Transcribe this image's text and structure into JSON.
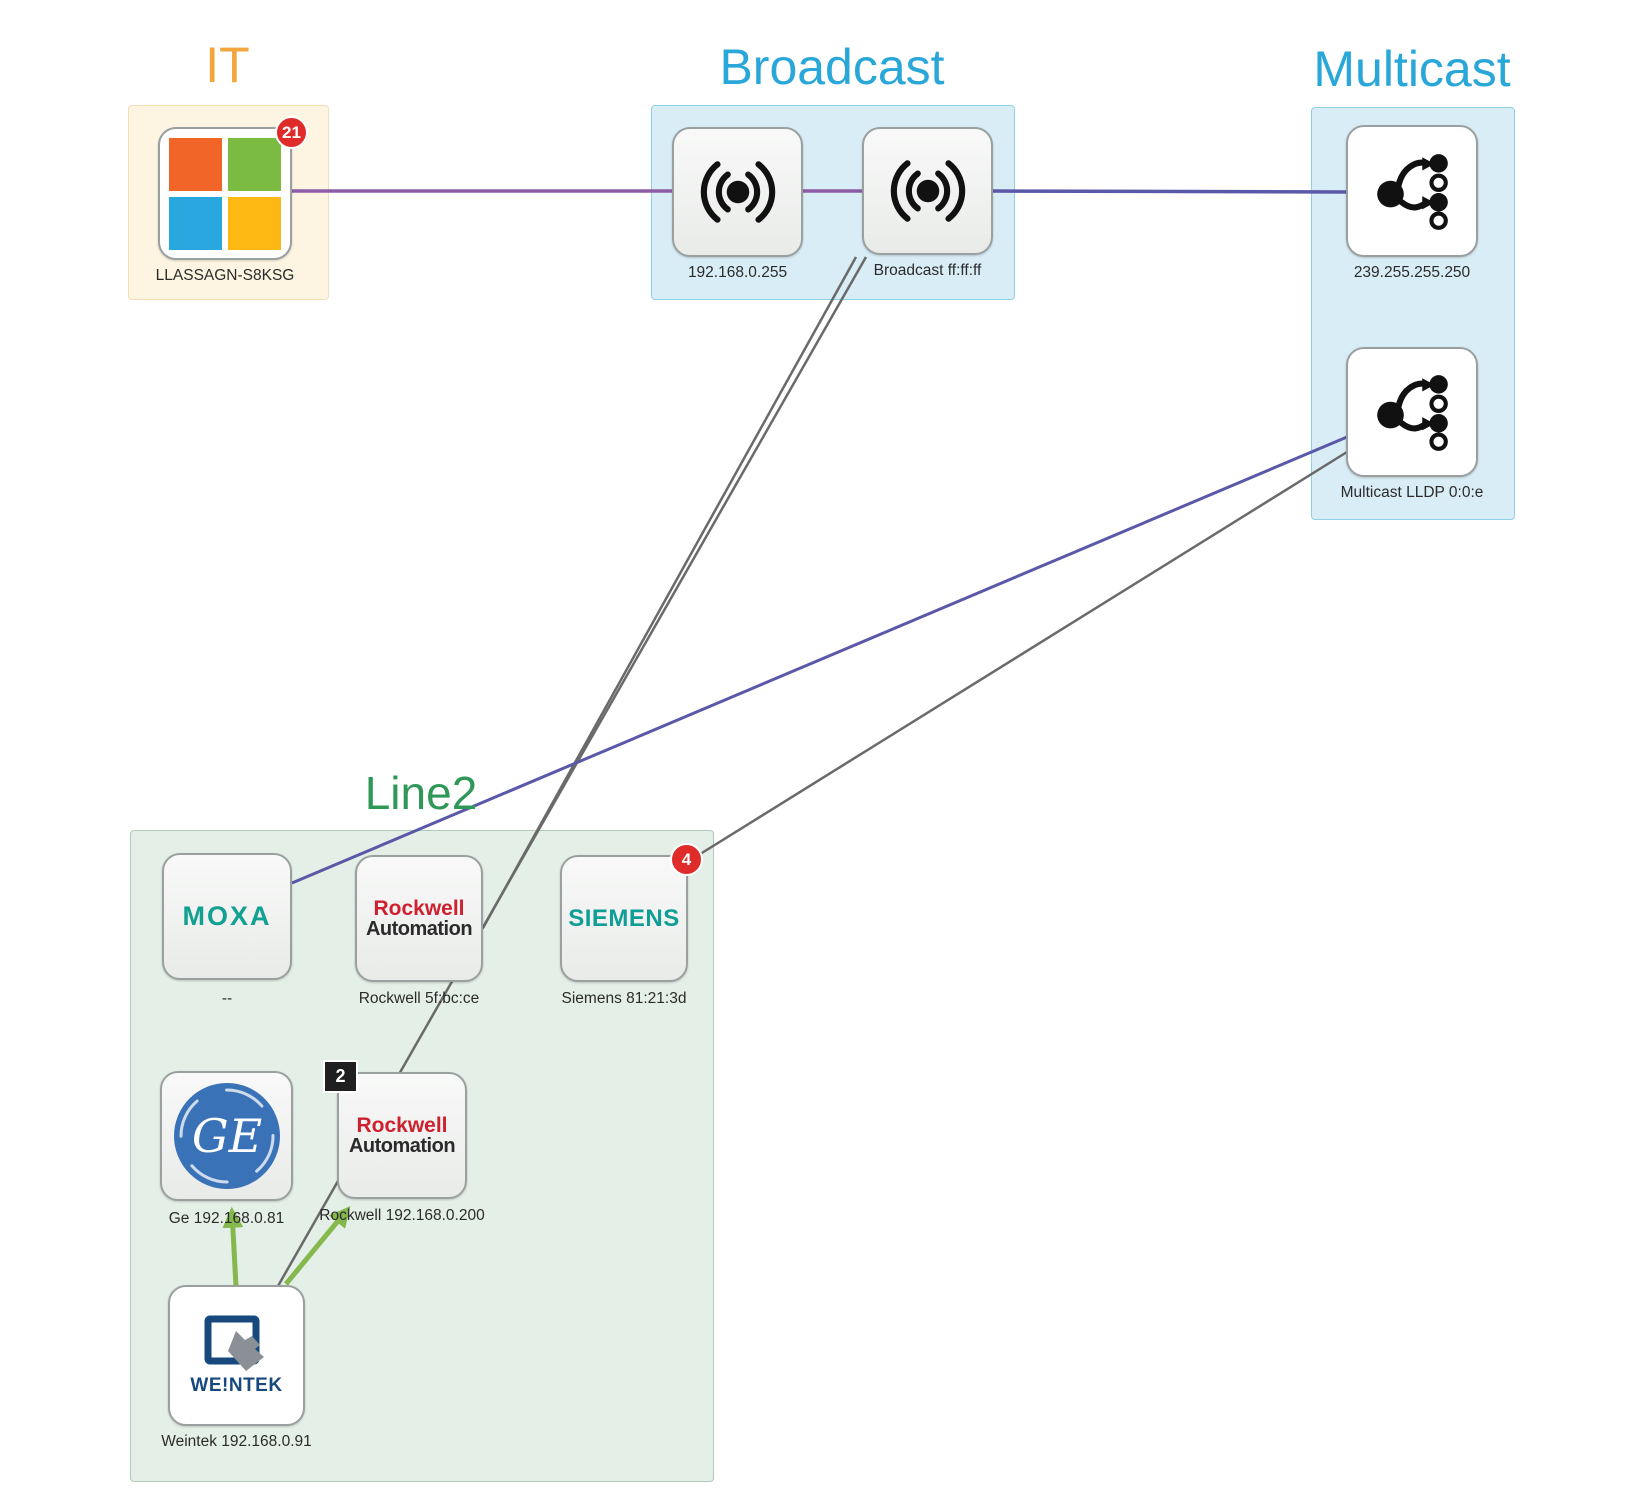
{
  "diagram": {
    "groups": {
      "it": {
        "label": "IT"
      },
      "broadcast": {
        "label": "Broadcast"
      },
      "multicast": {
        "label": "Multicast"
      },
      "line2": {
        "label": "Line2"
      }
    },
    "nodes": {
      "ms": {
        "label": "LLASSAGN-S8KSG",
        "badge": "21",
        "icon": "microsoft-logo-icon",
        "group": "it"
      },
      "bcast_ip": {
        "label": "192.168.0.255",
        "icon": "broadcast-icon",
        "group": "broadcast"
      },
      "bcast_mac": {
        "label": "Broadcast ff:ff:ff",
        "icon": "broadcast-icon",
        "group": "broadcast"
      },
      "mcast_ip": {
        "label": "239.255.255.250",
        "icon": "multicast-icon",
        "group": "multicast"
      },
      "mcast_lldp": {
        "label": "Multicast LLDP 0:0:e",
        "icon": "multicast-icon",
        "group": "multicast"
      },
      "moxa": {
        "label": "--",
        "logo_text": "MOXA",
        "icon": "moxa-logo-icon",
        "group": "line2"
      },
      "rockwell1": {
        "label": "Rockwell 5f:bc:ce",
        "logo_line1": "Rockwell",
        "logo_line2": "Automation",
        "icon": "rockwell-logo-icon",
        "group": "line2"
      },
      "siemens": {
        "label": "Siemens 81:21:3d",
        "badge": "4",
        "logo_text": "SIEMENS",
        "icon": "siemens-logo-icon",
        "group": "line2"
      },
      "ge": {
        "label": "Ge 192.168.0.81",
        "logo_text": "GE",
        "icon": "ge-logo-icon",
        "group": "line2"
      },
      "rockwell2": {
        "label": "Rockwell 192.168.0.200",
        "badge": "2",
        "logo_line1": "Rockwell",
        "logo_line2": "Automation",
        "icon": "rockwell-logo-icon",
        "group": "line2"
      },
      "weintek": {
        "label": "Weintek 192.168.0.91",
        "logo_text": "WE!NTEK",
        "icon": "weintek-logo-icon",
        "group": "line2"
      }
    },
    "edges": [
      {
        "from": "ms",
        "to": "bcast_ip",
        "color": "#8e5ba6",
        "style": "line"
      },
      {
        "from": "bcast_ip",
        "to": "bcast_mac",
        "color": "#8e5ba6",
        "style": "line"
      },
      {
        "from": "bcast_mac",
        "to": "mcast_ip",
        "color": "#5a58a8",
        "style": "line"
      },
      {
        "from": "bcast_mac",
        "to": "rockwell1",
        "color": "#6a6a6a",
        "style": "line"
      },
      {
        "from": "bcast_mac",
        "to": "weintek",
        "color": "#6a6a6a",
        "style": "line"
      },
      {
        "from": "moxa",
        "to": "mcast_lldp",
        "color": "#5a58a8",
        "style": "line"
      },
      {
        "from": "siemens",
        "to": "mcast_lldp",
        "color": "#6a6a6a",
        "style": "line"
      },
      {
        "from": "weintek",
        "to": "ge",
        "color": "#85b94d",
        "style": "arrow"
      },
      {
        "from": "weintek",
        "to": "rockwell2",
        "color": "#85b94d",
        "style": "arrow"
      }
    ],
    "colors": {
      "it_label": "#f2a63b",
      "broadcast_multicast_label": "#2aa7d9",
      "line2_label": "#2f9859",
      "edge_purple": "#8e5ba6",
      "edge_slate_blue": "#5a58a8",
      "edge_gray": "#6a6a6a",
      "edge_green": "#85b94d",
      "badge_red": "#e02b2b",
      "badge_black": "#1f1f1f",
      "ms_orange": "#f16529",
      "ms_green": "#7cbb42",
      "ms_blue": "#29a8e0",
      "ms_yellow": "#fdb813",
      "moxa_teal": "#12a091",
      "rockwell_red": "#cf2030",
      "siemens_teal": "#0f9e96",
      "ge_blue": "#3a72b8",
      "weintek_navy": "#17497e"
    }
  }
}
